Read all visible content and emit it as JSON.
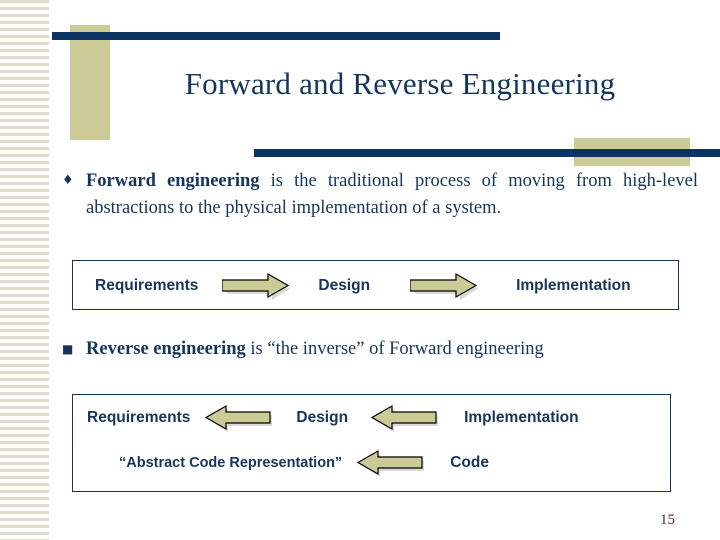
{
  "slide": {
    "title": "Forward and Reverse Engineering",
    "page_number": "15"
  },
  "colors": {
    "navy": "#0C3362",
    "title_text": "#15355C",
    "khaki": "#CCCA97",
    "stripe": "#DEDCCB",
    "box_border": "#16364F",
    "page_number": "#5A2430",
    "arrow_fill": "#CCCA97",
    "arrow_outline": "#000000"
  },
  "bullets": [
    {
      "marker": "wingding-diamond-bullet",
      "marker_glyph": "♦",
      "lead": "Forward engineering",
      "rest": " is the traditional process of moving from high-level abstractions to the physical implementation of a system."
    },
    {
      "marker": "square-bullet",
      "marker_glyph": "■",
      "lead": "Reverse engineering",
      "rest": " is “the inverse” of Forward engineering"
    }
  ],
  "forward_diagram": {
    "name": "forward-engineering-flow",
    "direction": "right",
    "nodes": [
      "Requirements",
      "Design",
      "Implementation"
    ],
    "arrows": [
      "arrow-right",
      "arrow-right"
    ]
  },
  "reverse_diagram": {
    "name": "reverse-engineering-flow",
    "direction": "left",
    "row1": {
      "nodes": [
        "Requirements",
        "Design",
        "Implementation"
      ],
      "arrows": [
        "arrow-left",
        "arrow-left"
      ]
    },
    "row2": {
      "nodes": [
        "“Abstract Code Representation”",
        "Code"
      ],
      "arrows": [
        "arrow-left"
      ]
    }
  }
}
